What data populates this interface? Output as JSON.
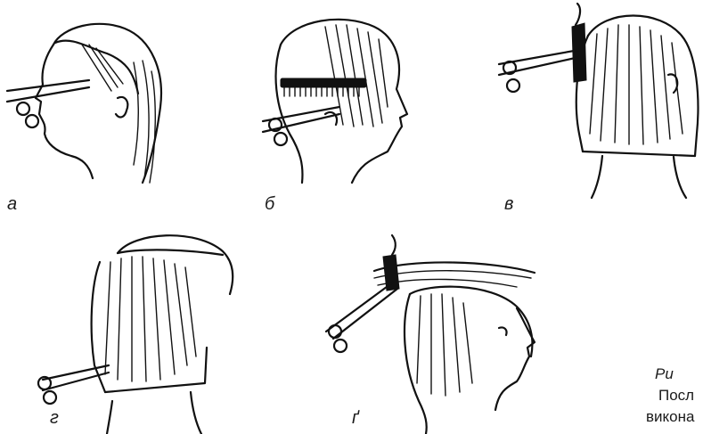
{
  "panels": [
    {
      "id": "a",
      "label": "а",
      "icon": "head-profile-cutting-icon"
    },
    {
      "id": "b",
      "label": "б",
      "icon": "head-profile-comb-icon"
    },
    {
      "id": "v",
      "label": "в",
      "icon": "head-back-cutting-icon"
    },
    {
      "id": "h",
      "label": "г",
      "icon": "head-back-fringe-icon"
    },
    {
      "id": "g",
      "label": "ґ",
      "icon": "head-profile-pulled-strand-icon"
    }
  ],
  "caption": {
    "title": "Ри",
    "line2": "Посл",
    "line3": "викона"
  }
}
